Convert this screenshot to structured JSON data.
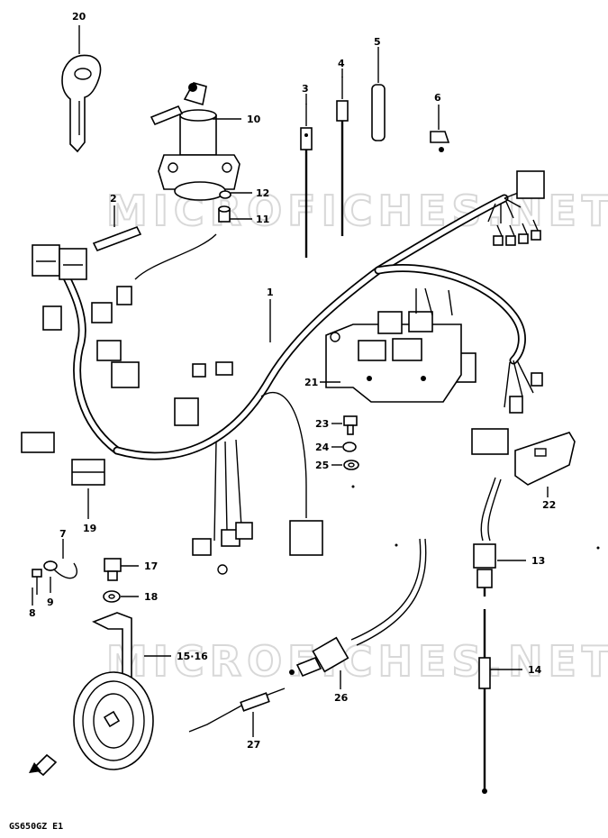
{
  "diagram": {
    "watermarks": [
      "MICROFICHES.NET",
      "MICROFICHES.NET"
    ],
    "model_code": "GS650GZ E1",
    "callouts": [
      {
        "id": "c20",
        "label": "20"
      },
      {
        "id": "c10",
        "label": "10"
      },
      {
        "id": "c12",
        "label": "12"
      },
      {
        "id": "c11",
        "label": "11"
      },
      {
        "id": "c2",
        "label": "2"
      },
      {
        "id": "c3",
        "label": "3"
      },
      {
        "id": "c4",
        "label": "4"
      },
      {
        "id": "c5",
        "label": "5"
      },
      {
        "id": "c6",
        "label": "6"
      },
      {
        "id": "c1",
        "label": "1"
      },
      {
        "id": "c21",
        "label": "21"
      },
      {
        "id": "c23",
        "label": "23"
      },
      {
        "id": "c24",
        "label": "24"
      },
      {
        "id": "c25",
        "label": "25"
      },
      {
        "id": "c22",
        "label": "22"
      },
      {
        "id": "c19",
        "label": "19"
      },
      {
        "id": "c7",
        "label": "7"
      },
      {
        "id": "c9",
        "label": "9"
      },
      {
        "id": "c8",
        "label": "8"
      },
      {
        "id": "c17",
        "label": "17"
      },
      {
        "id": "c18",
        "label": "18"
      },
      {
        "id": "c13",
        "label": "13"
      },
      {
        "id": "c15",
        "label": "15·16"
      },
      {
        "id": "c14",
        "label": "14"
      },
      {
        "id": "c26",
        "label": "26"
      },
      {
        "id": "c27",
        "label": "27"
      }
    ]
  }
}
